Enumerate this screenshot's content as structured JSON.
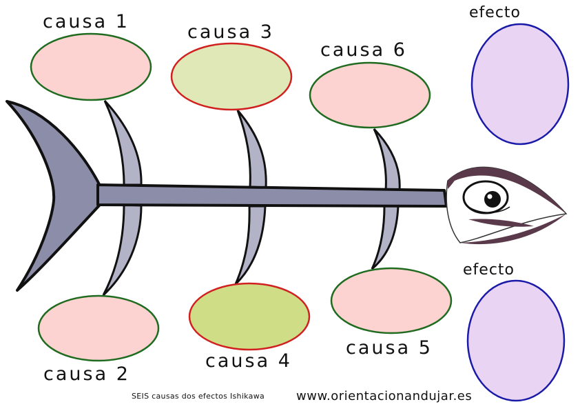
{
  "causes": {
    "c1": {
      "label": "causa 1",
      "fill": "#fcd3d1",
      "stroke": "#1f6b1f"
    },
    "c2": {
      "label": "causa 2",
      "fill": "#fcd3d1",
      "stroke": "#1f6b1f"
    },
    "c3": {
      "label": "causa 3",
      "fill": "#dfe8b6",
      "stroke": "#d02020"
    },
    "c4": {
      "label": "causa 4",
      "fill": "#cfdd86",
      "stroke": "#d02020"
    },
    "c5": {
      "label": "causa 5",
      "fill": "#fcd3d1",
      "stroke": "#1f6b1f"
    },
    "c6": {
      "label": "causa 6",
      "fill": "#fcd3d1",
      "stroke": "#1f6b1f"
    }
  },
  "effects": {
    "top": {
      "label": "efecto",
      "fill": "#ead4f4",
      "stroke": "#1a1aa8"
    },
    "bottom": {
      "label": "efecto",
      "fill": "#ead4f4",
      "stroke": "#1a1aa8"
    }
  },
  "fish": {
    "body_color": "#8c8da8",
    "bone_color": "#b3b3c8",
    "outline_color": "#111111",
    "lip_color": "#5a3a4a"
  },
  "footer": {
    "left_text": "SEIS causas dos efectos Ishikawa",
    "right_text": "www.orientacionandujar.es"
  }
}
